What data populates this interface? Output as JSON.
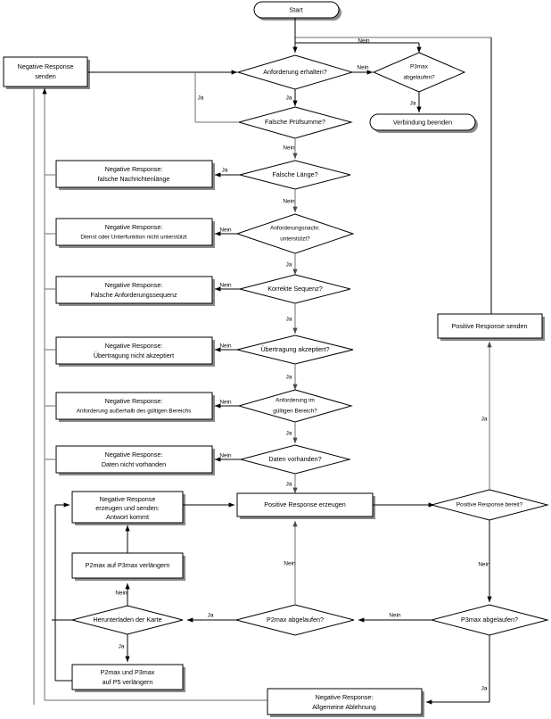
{
  "diagram": {
    "title": "UDS Request Handling Flowchart",
    "language": "de",
    "colors": {
      "line": "#000000",
      "shadow": "#8a8a8a",
      "frame": "#6f6f6f",
      "background": "#ffffff"
    }
  },
  "nodes": {
    "start": {
      "label": "Start",
      "shape": "terminator"
    },
    "neg_response_senden": {
      "label_line1": "Negative Response",
      "label_line2": "senden",
      "shape": "process"
    },
    "anforderung_erhalten": {
      "label": "Anforderung erhalten?",
      "shape": "decision"
    },
    "p3max_abgelaufen_top": {
      "label_line1": "P3max",
      "label_line2": "abgelaufen?",
      "shape": "decision"
    },
    "verbindung_beenden": {
      "label": "Verbindung beenden",
      "shape": "terminator"
    },
    "falsche_pruefsumme": {
      "label": "Falsche Prüfsumme?",
      "shape": "decision"
    },
    "falsche_laenge": {
      "label": "Falsche Länge?",
      "shape": "decision"
    },
    "neg_nachrichtenlaenge": {
      "label_line1": "Negative Response:",
      "label_line2": "falsche Nachrichtenlänge",
      "shape": "process"
    },
    "anforderungsnachr_unterstuetzt": {
      "label_line1": "Anforderungsnachr.",
      "label_line2": "unterstützt?",
      "shape": "decision"
    },
    "neg_dienst_unterfunktion": {
      "label_line1": "Negative Response:",
      "label_line2": "Dienst oder Unterfunktion nicht unterstützt",
      "shape": "process"
    },
    "korrekte_sequenz": {
      "label": "Korrekte Sequenz?",
      "shape": "decision"
    },
    "neg_anforderungssequenz": {
      "label_line1": "Negative Response:",
      "label_line2": "Falsche Anforderungssequenz",
      "shape": "process"
    },
    "uebertragung_akzeptiert": {
      "label": "Übertragung akzeptiert?",
      "shape": "decision"
    },
    "neg_uebertragung": {
      "label_line1": "Negative Response:",
      "label_line2": "Übertragung nicht akzeptiert",
      "shape": "process"
    },
    "anforderung_gueltig": {
      "label_line1": "Anforderung im",
      "label_line2": "gültigen Bereich?",
      "shape": "decision"
    },
    "neg_gueltiger_bereich": {
      "label_line1": "Negative Response:",
      "label_line2": "Anforderung außerhalb des gültigen Bereichs",
      "shape": "process"
    },
    "daten_vorhanden": {
      "label": "Daten vorhanden?",
      "shape": "decision"
    },
    "neg_daten_nicht_vorhanden": {
      "label_line1": "Negative Response:",
      "label_line2": "Daten nicht vorhanden",
      "shape": "process"
    },
    "pos_response_senden": {
      "label": "Positive Response senden",
      "shape": "process"
    },
    "neg_response_antwort_kommt": {
      "label_line1": "Negative Response",
      "label_line2": "erzeugen und senden:",
      "label_line3": "Antwort kommt",
      "shape": "process"
    },
    "pos_response_erzeugen": {
      "label": "Positive Response erzeugen",
      "shape": "process"
    },
    "pos_response_bereit": {
      "label": "Positive Response bereit?",
      "shape": "decision"
    },
    "p2max_auf_p3max": {
      "label": "P2max auf P3max verlängern",
      "shape": "process"
    },
    "herunterladen_karte": {
      "label": "Herunterladen der Karte",
      "shape": "decision"
    },
    "p2max_abgelaufen": {
      "label": "P2max abgelaufen?",
      "shape": "decision"
    },
    "p3max_abgelaufen_bottom": {
      "label": "P3max abgelaufen?",
      "shape": "decision"
    },
    "p2max_p3max_p5": {
      "label_line1": "P2max und P3max",
      "label_line2": "auf P5 verlängern",
      "shape": "process"
    },
    "neg_allgemeine_ablehnung": {
      "label_line1": "Negative Response:",
      "label_line2": "Allgemeine Ablehnung",
      "shape": "process"
    }
  },
  "edge_labels": {
    "ja": "Ja",
    "nein": "Nein",
    "start_to_nein": "Nein",
    "anforderung_nein": "Nein",
    "anforderung_ja": "Ja",
    "p3max_ja": "Ja",
    "pruefsumme_ja": "Ja",
    "pruefsumme_nein": "Nein",
    "laenge_ja": "Ja",
    "laenge_nein": "Nein",
    "unterstuetzt_nein": "Nein",
    "unterstuetzt_ja": "Ja",
    "sequenz_nein": "Nein",
    "sequenz_ja": "Ja",
    "uebertragung_nein": "Nein",
    "uebertragung_ja": "Ja",
    "bereich_nein": "Nein",
    "bereich_ja": "Ja",
    "daten_nein": "Nein",
    "daten_ja": "Ja",
    "bereit_ja": "Ja",
    "bereit_nein": "Nein",
    "p3max_b_nein": "Nein",
    "p3max_b_ja": "Ja",
    "p2max_nein": "Nein",
    "p2max_ja": "Ja",
    "karte_nein": "Nein",
    "karte_ja": "Ja"
  }
}
